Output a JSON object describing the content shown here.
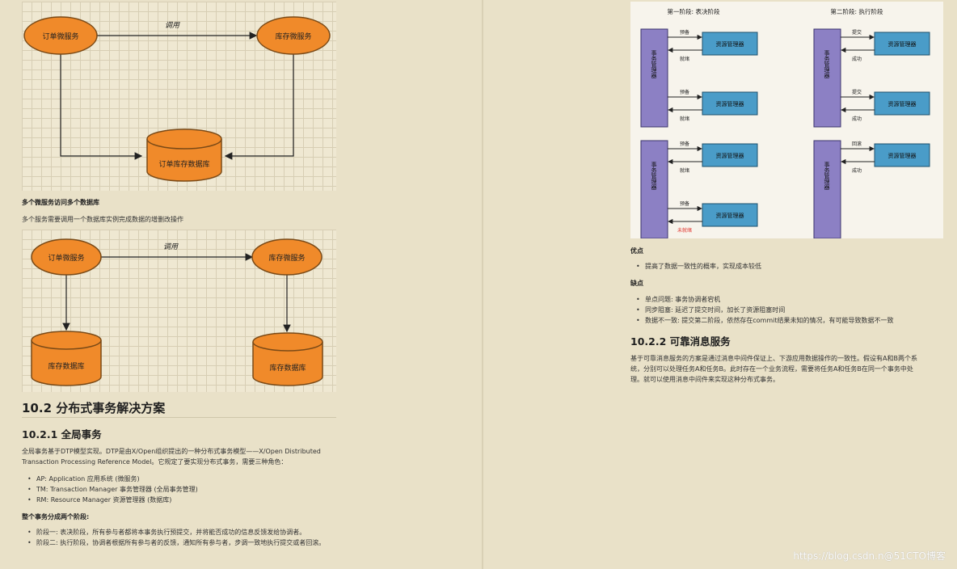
{
  "diagram1": {
    "order_service": "订单微服务",
    "inventory_service": "库存微服务",
    "call_label": "调用",
    "database": "订单库存数据库"
  },
  "section_multi_db": {
    "title": "多个微服务访问多个数据库",
    "description": "多个服务需要调用一个数据库实例完成数据的增删改操作"
  },
  "diagram2": {
    "order_service": "订单微服务",
    "inventory_service": "库存微服务",
    "call_label": "调用",
    "order_db": "库存数据库",
    "inventory_db": "库存数据库"
  },
  "heading_10_2": "10.2 分布式事务解决方案",
  "heading_10_2_1": "10.2.1 全局事务",
  "global_tx": {
    "paragraph_line1": "全局事务基于DTP模型实现。DTP是由X/Open组织提出的一种分布式事务模型——X/Open Distributed",
    "paragraph_line2": "Transaction Processing Reference Model。它规定了要实现分布式事务，需要三种角色：",
    "roles": [
      "AP: Application 应用系统 (微服务)",
      "TM: Transaction Manager 事务管理器 (全局事务管理)",
      "RM: Resource Manager 资源管理器 (数据库)"
    ],
    "phases_title": "整个事务分成两个阶段:",
    "phases": [
      "阶段一: 表决阶段，所有参与者都将本事务执行预提交，并将能否成功的信息反馈发给协调者。",
      "阶段二: 执行阶段，协调者根据所有参与者的反馈，通知所有参与者，步调一致地执行提交或者回滚。"
    ]
  },
  "diagram3": {
    "phase1_title": "第一阶段: 表决阶段",
    "phase2_title": "第二阶段: 执行阶段",
    "tm_label": "事务管理器",
    "rm_label": "资源管理器",
    "prepare": "预备",
    "ready": "就绪",
    "not_ready": "未就绪",
    "commit": "提交",
    "success": "成功",
    "rollback": "回滚",
    "colors": {
      "tm": "#8c80c4",
      "rm": "#4a9cc8",
      "not_ready": "#e0302a",
      "bg": "#f7f4ec"
    }
  },
  "pros": {
    "title": "优点",
    "items": [
      "提高了数据一致性的概率，实现成本较低"
    ]
  },
  "cons": {
    "title": "缺点",
    "items": [
      "单点问题: 事务协调者宕机",
      "同步阻塞: 延迟了提交时间，加长了资源阻塞时间",
      "数据不一致: 提交第二阶段，依然存在commit结果未知的情况，有可能导致数据不一致"
    ]
  },
  "heading_10_2_2": "10.2.2 可靠消息服务",
  "reliable_msg": {
    "line1": "基于可靠消息服务的方案是通过消息中间件保证上、下游应用数据操作的一致性。假设有A和B两个系",
    "line2": "统，分别可以处理任务A和任务B。此时存在一个业务流程，需要将任务A和任务B在同一个事务中处",
    "line3": "理。就可以使用消息中间件来实现这种分布式事务。"
  },
  "watermark": "https://blog.csdn.n@51CTO博客",
  "colors": {
    "page_bg": "#e9e1c8",
    "node_orange": "#f08a2a",
    "node_stroke": "#7a4a17"
  }
}
